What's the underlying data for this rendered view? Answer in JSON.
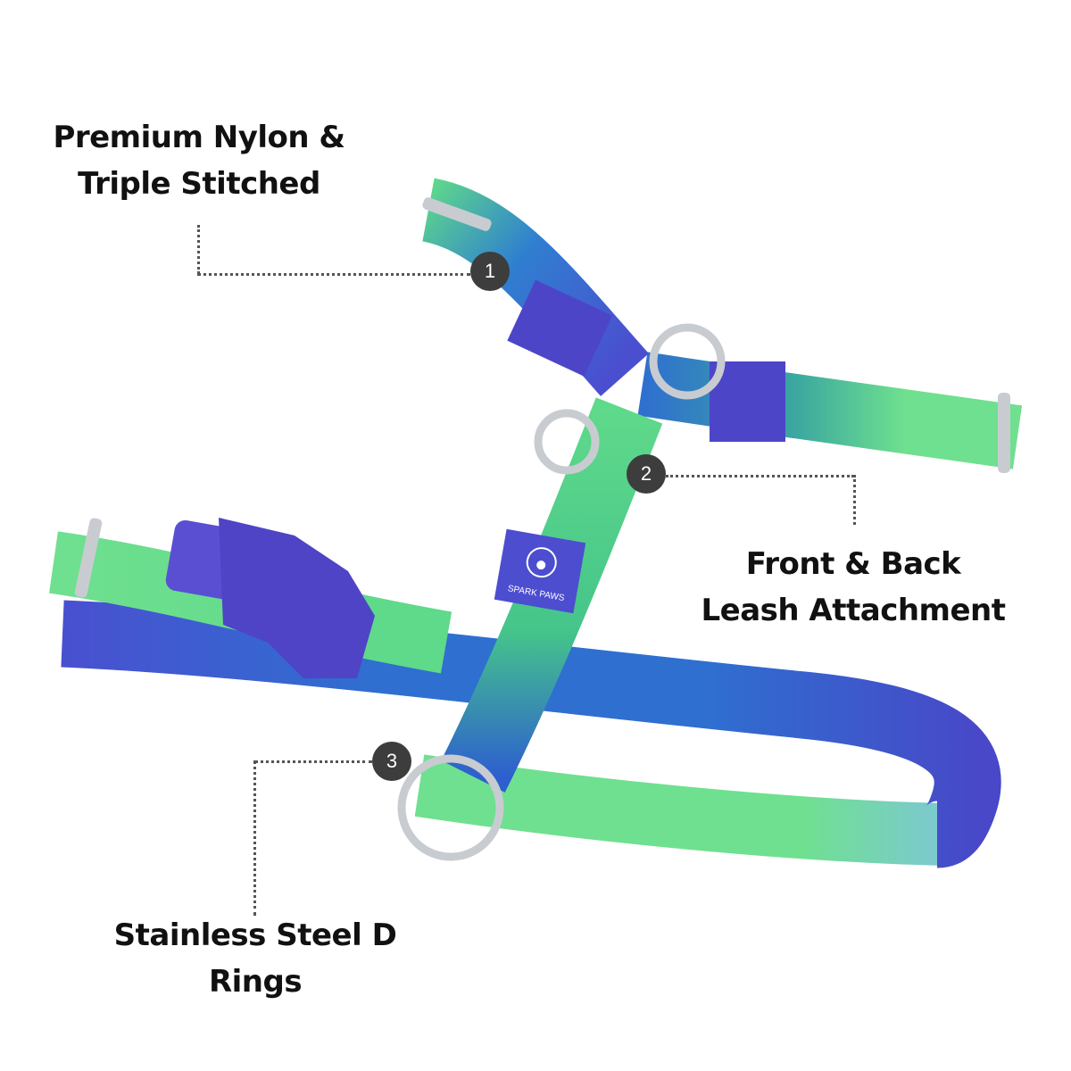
{
  "callouts": [
    {
      "number": "1",
      "lines": [
        "Premium Nylon &",
        "Triple Stitched"
      ]
    },
    {
      "number": "2",
      "lines": [
        "Front & Back",
        "Leash Attachment"
      ]
    },
    {
      "number": "3",
      "lines": [
        "Stainless Steel D",
        "Rings"
      ]
    }
  ],
  "product": {
    "brand_logo_text": "SPARK PAWS",
    "colors": {
      "green": "#5fd98a",
      "blue": "#2f5fc8",
      "purple": "#5146c8",
      "ring": "#c8ccd0",
      "marker": "#3d3d3d"
    }
  }
}
